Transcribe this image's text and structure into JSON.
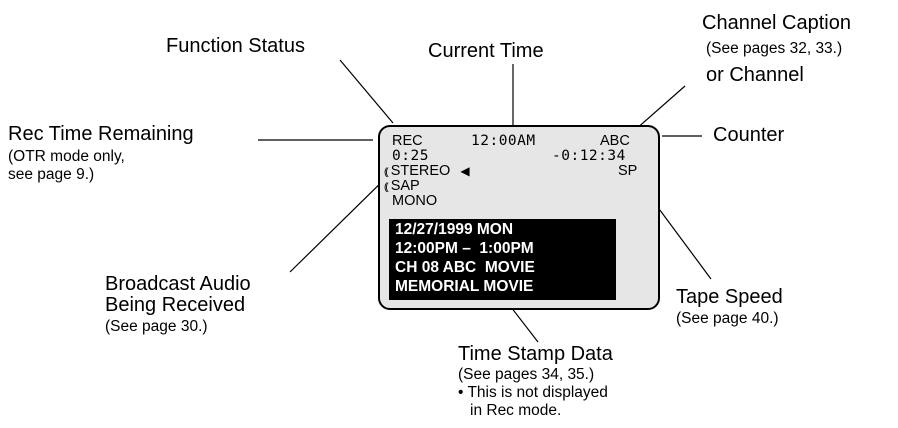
{
  "labels": {
    "function_status": "Function Status",
    "current_time": "Current Time",
    "channel_caption": "Channel Caption",
    "channel_caption_ref": "(See pages 32, 33.)",
    "or_channel": "or Channel",
    "rec_time_remaining": "Rec Time Remaining",
    "otr_note_1": "(OTR mode only,",
    "otr_note_2": "see page 9.)",
    "counter": "Counter",
    "broadcast_audio_1": "Broadcast Audio",
    "broadcast_audio_2": "Being Received",
    "broadcast_audio_ref": "(See page 30.)",
    "tape_speed": "Tape Speed",
    "tape_speed_ref": "(See page 40.)",
    "time_stamp": "Time Stamp Data",
    "time_stamp_ref": "(See pages 34, 35.)",
    "time_stamp_note_1": "• This is not displayed",
    "time_stamp_note_2": "in Rec mode."
  },
  "screen": {
    "rec": "REC",
    "time": "12:00AM",
    "channel": "ABC",
    "remaining": "0:25",
    "counter": "-0:12:34",
    "stereo": "STEREO",
    "indicator": "◀",
    "speed": "SP",
    "sap": "SAP",
    "mono": "MONO",
    "wave_icon": "((",
    "stamp": [
      "12/27/1999 MON",
      "12:00PM –  1:00PM",
      "CH 08 ABC  MOVIE",
      "MEMORIAL MOVIE"
    ]
  }
}
